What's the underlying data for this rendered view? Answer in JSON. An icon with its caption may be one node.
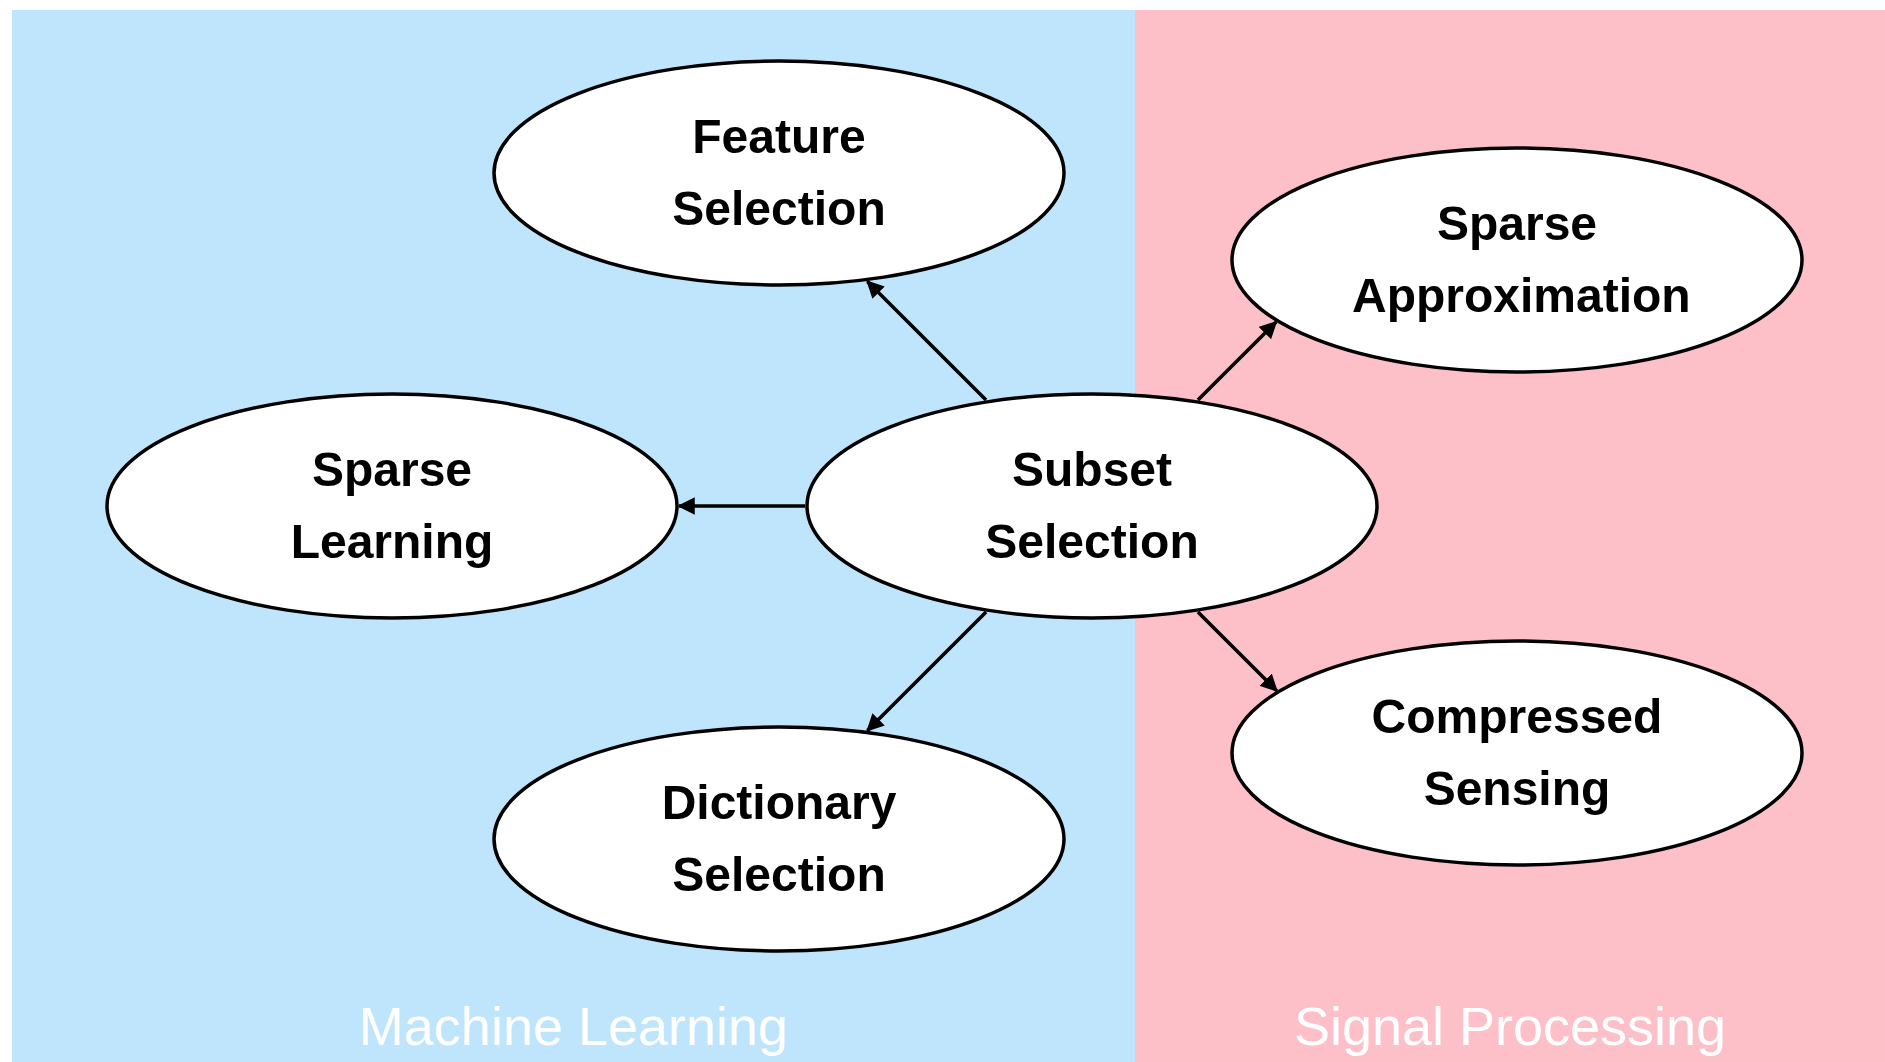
{
  "diagram": {
    "nodes": [
      {
        "text": [
          "Machine Learning"
        ]
      },
      {
        "text": [
          "Signal Processing"
        ]
      },
      {
        "text": [
          "Feature Selection"
        ],
        "in": 0
      },
      {
        "text": [
          "Sparse Learning"
        ],
        "in": 0
      },
      {
        "text": [
          "Subset Selection"
        ]
      },
      {
        "text": [
          "Dictionary Selection"
        ],
        "in": 0
      },
      {
        "text": [
          "Sparse Approximation"
        ],
        "in": 1
      },
      {
        "text": [
          "Compressed Sensing"
        ],
        "in": 1
      }
    ],
    "edges": [
      {
        "from": 4,
        "to": 2,
        "arrow": "to"
      },
      {
        "from": 4,
        "to": 3,
        "arrow": "to"
      },
      {
        "from": 4,
        "to": 5,
        "arrow": "to"
      },
      {
        "from": 4,
        "to": 6,
        "arrow": "to"
      },
      {
        "from": 4,
        "to": 7,
        "arrow": "to"
      }
    ]
  }
}
